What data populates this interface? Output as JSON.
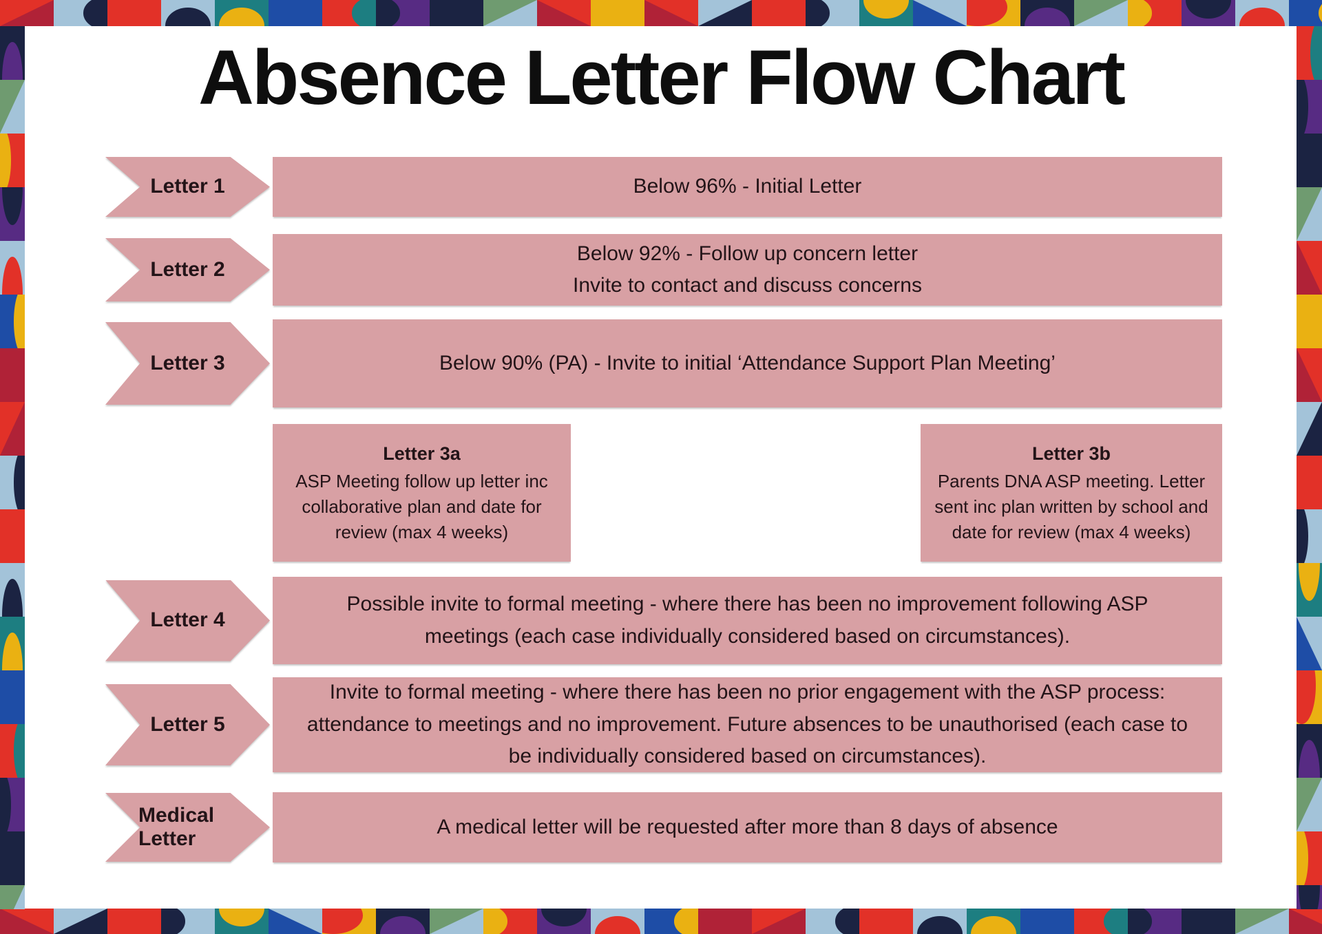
{
  "title": "Absence Letter Flow Chart",
  "colors": {
    "box_pink": "#d8a0a4",
    "text_dark": "#231418",
    "title_black": "#0e0e0e",
    "background": "#ffffff"
  },
  "rows": [
    {
      "id": "letter-1",
      "label": "Letter 1",
      "text": "Below 96% - Initial Letter"
    },
    {
      "id": "letter-2",
      "label": "Letter 2",
      "lines": [
        "Below 92% -  Follow up concern letter",
        "Invite to contact and discuss concerns"
      ]
    },
    {
      "id": "letter-3",
      "label": "Letter 3",
      "text": "Below 90% (PA) - Invite to initial ‘Attendance Support Plan Meeting’"
    },
    {
      "id": "letter-4",
      "label": "Letter 4",
      "text": "Possible invite to formal meeting - where there has been no improvement following ASP meetings (each case individually considered based on circumstances)."
    },
    {
      "id": "letter-5",
      "label": "Letter 5",
      "text": "Invite to formal meeting - where there has been no prior engagement with the ASP process: attendance to meetings and no improvement. Future absences to be unauthorised (each case to be individually considered based on circumstances)."
    },
    {
      "id": "medical-letter",
      "label": "Medical Letter",
      "text": "A medical letter will be requested after more than 8 days of absence"
    }
  ],
  "sub_boxes": [
    {
      "id": "letter-3a",
      "title": "Letter 3a",
      "body": "ASP Meeting follow up letter inc collaborative plan and date for review (max 4 weeks)"
    },
    {
      "id": "letter-3b",
      "title": "Letter 3b",
      "body": "Parents DNA ASP meeting. Letter sent inc plan written by school and date for review (max 4 weeks)"
    }
  ],
  "border": {
    "palette": {
      "red": "#e23128",
      "crimson": "#b02237",
      "light_blue": "#a3c3d9",
      "navy": "#1b2342",
      "yellow": "#eab112",
      "royal_blue": "#1e4da6",
      "teal": "#1d7e81",
      "purple": "#572b83",
      "green": "#6f9b70"
    },
    "tiles": [
      {
        "b": "#e23128",
        "f": "#b02237",
        "s": "tri-br"
      },
      {
        "b": "#a3c3d9",
        "f": "#1b2342",
        "s": "circ-r"
      },
      {
        "b": "#e23128",
        "f": "",
        "s": "none"
      },
      {
        "b": "#a3c3d9",
        "f": "#1b2342",
        "s": "circ-b"
      },
      {
        "b": "#1d7e81",
        "f": "#eab112",
        "s": "circ-b"
      },
      {
        "b": "#1e4da6",
        "f": "",
        "s": "none"
      },
      {
        "b": "#e23128",
        "f": "#1d7e81",
        "s": "circ-r"
      },
      {
        "b": "#572b83",
        "f": "#1b2342",
        "s": "circ-l"
      },
      {
        "b": "#1b2342",
        "f": "",
        "s": "none"
      },
      {
        "b": "#a3c3d9",
        "f": "#6f9b70",
        "s": "tri-tl"
      },
      {
        "b": "#b02237",
        "f": "#e23128",
        "s": "tri-tr"
      },
      {
        "b": "#eab112",
        "f": "",
        "s": "none"
      },
      {
        "b": "#e23128",
        "f": "#b02237",
        "s": "tri-bl"
      },
      {
        "b": "#a3c3d9",
        "f": "#1b2342",
        "s": "tri-br"
      },
      {
        "b": "#e23128",
        "f": "",
        "s": "none"
      },
      {
        "b": "#a3c3d9",
        "f": "#1b2342",
        "s": "circ-l"
      },
      {
        "b": "#1d7e81",
        "f": "#eab112",
        "s": "circ-t"
      },
      {
        "b": "#1e4da6",
        "f": "#a3c3d9",
        "s": "tri-tr"
      },
      {
        "b": "#eab112",
        "f": "#e23128",
        "s": "qc-tl"
      },
      {
        "b": "#1b2342",
        "f": "#572b83",
        "s": "circ-b"
      },
      {
        "b": "#6f9b70",
        "f": "#a3c3d9",
        "s": "tri-br"
      },
      {
        "b": "#e23128",
        "f": "#eab112",
        "s": "circ-l"
      },
      {
        "b": "#572b83",
        "f": "#1b2342",
        "s": "circ-t"
      },
      {
        "b": "#a3c3d9",
        "f": "#e23128",
        "s": "circ-b"
      },
      {
        "b": "#1e4da6",
        "f": "#eab112",
        "s": "circ-r"
      },
      {
        "b": "#b02237",
        "f": "",
        "s": "none"
      }
    ]
  }
}
